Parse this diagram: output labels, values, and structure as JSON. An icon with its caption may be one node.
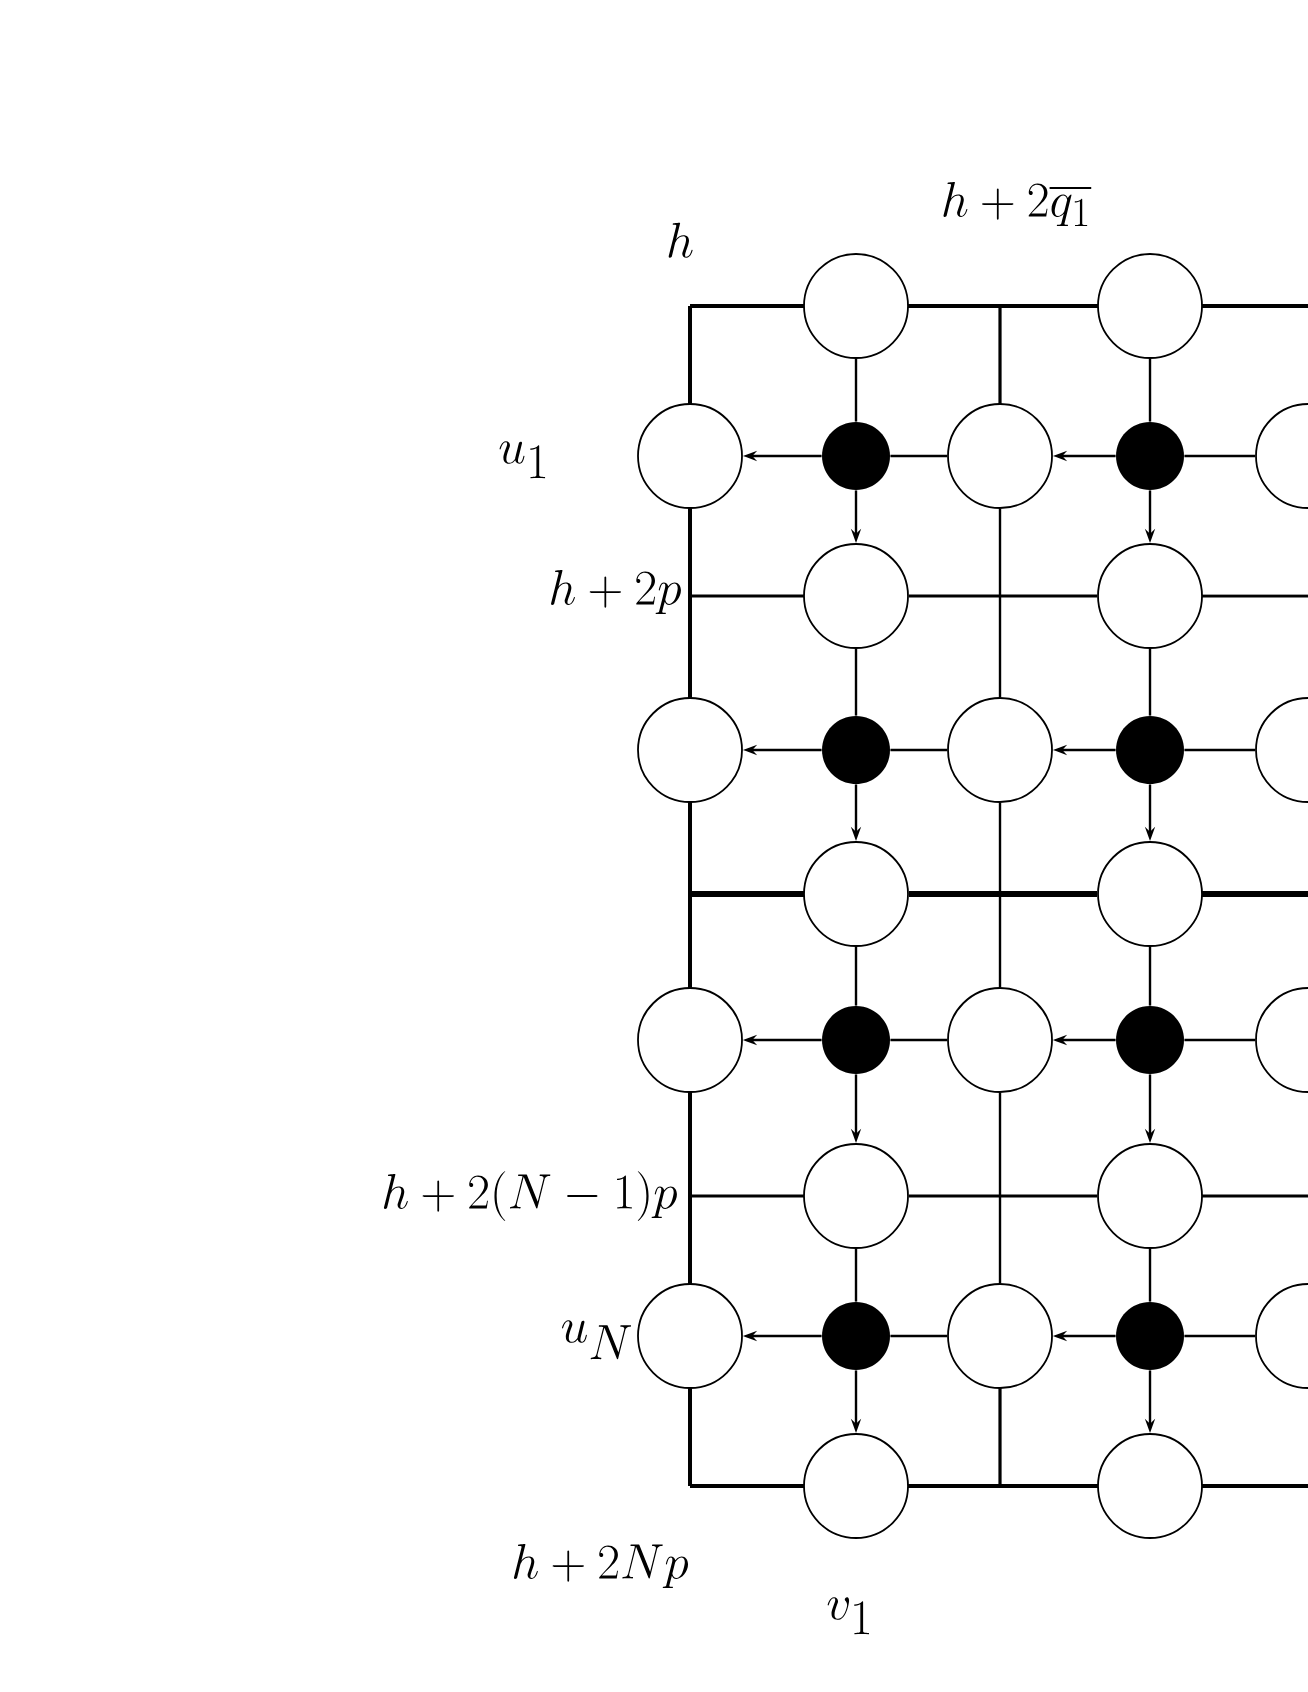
{
  "diagram": {
    "nodes": [
      {
        "text": [],
        "shape": "circle"
      },
      {
        "text": [],
        "shape": "circle"
      },
      {
        "text": [],
        "shape": "circle"
      },
      {
        "text": [],
        "shape": "dot"
      },
      {
        "text": [],
        "shape": "circle"
      },
      {
        "text": [],
        "shape": "dot"
      },
      {
        "text": [],
        "shape": "circle"
      },
      {
        "text": [],
        "shape": "circle"
      },
      {
        "text": [],
        "shape": "circle"
      },
      {
        "text": [],
        "shape": "circle"
      },
      {
        "text": [],
        "shape": "dot"
      },
      {
        "text": [],
        "shape": "circle"
      },
      {
        "text": [],
        "shape": "dot"
      },
      {
        "text": [],
        "shape": "circle"
      },
      {
        "text": [],
        "shape": "circle"
      },
      {
        "text": [],
        "shape": "circle"
      },
      {
        "text": [],
        "shape": "circle"
      },
      {
        "text": [],
        "shape": "dot"
      },
      {
        "text": [],
        "shape": "circle"
      },
      {
        "text": [],
        "shape": "dot"
      },
      {
        "text": [],
        "shape": "circle"
      },
      {
        "text": [],
        "shape": "circle"
      },
      {
        "text": [],
        "shape": "circle"
      },
      {
        "text": [],
        "shape": "circle"
      },
      {
        "text": [],
        "shape": "dot"
      },
      {
        "text": [],
        "shape": "circle"
      },
      {
        "text": [],
        "shape": "dot"
      },
      {
        "text": [],
        "shape": "circle"
      },
      {
        "text": [],
        "shape": "circle"
      },
      {
        "text": [],
        "shape": "circle"
      }
    ],
    "edges": [
      {
        "from": 3,
        "to": 2,
        "arrow": "to"
      },
      {
        "from": 4,
        "to": 3,
        "arrow": "none"
      },
      {
        "from": 5,
        "to": 4,
        "arrow": "to"
      },
      {
        "from": 6,
        "to": 5,
        "arrow": "none"
      },
      {
        "from": 0,
        "to": 3,
        "arrow": "none"
      },
      {
        "from": 1,
        "to": 5,
        "arrow": "none"
      },
      {
        "from": 3,
        "to": 7,
        "arrow": "to"
      },
      {
        "from": 5,
        "to": 8,
        "arrow": "to"
      },
      {
        "from": 7,
        "to": 8,
        "arrow": "none"
      },
      {
        "from": 10,
        "to": 9,
        "arrow": "to"
      },
      {
        "from": 11,
        "to": 10,
        "arrow": "none"
      },
      {
        "from": 12,
        "to": 11,
        "arrow": "to"
      },
      {
        "from": 13,
        "to": 12,
        "arrow": "none"
      },
      {
        "from": 7,
        "to": 10,
        "arrow": "none"
      },
      {
        "from": 8,
        "to": 12,
        "arrow": "none"
      },
      {
        "from": 10,
        "to": 14,
        "arrow": "to"
      },
      {
        "from": 12,
        "to": 15,
        "arrow": "to"
      },
      {
        "from": 4,
        "to": 11,
        "arrow": "none"
      },
      {
        "from": 14,
        "to": 15,
        "arrow": "none",
        "style": "thick"
      },
      {
        "from": 17,
        "to": 16,
        "arrow": "to"
      },
      {
        "from": 18,
        "to": 17,
        "arrow": "none"
      },
      {
        "from": 19,
        "to": 18,
        "arrow": "to"
      },
      {
        "from": 20,
        "to": 19,
        "arrow": "none"
      },
      {
        "from": 14,
        "to": 17,
        "arrow": "none"
      },
      {
        "from": 15,
        "to": 19,
        "arrow": "none"
      },
      {
        "from": 17,
        "to": 21,
        "arrow": "to"
      },
      {
        "from": 19,
        "to": 22,
        "arrow": "to"
      },
      {
        "from": 11,
        "to": 18,
        "arrow": "none"
      },
      {
        "from": 21,
        "to": 22,
        "arrow": "none"
      },
      {
        "from": 24,
        "to": 23,
        "arrow": "to"
      },
      {
        "from": 25,
        "to": 24,
        "arrow": "none"
      },
      {
        "from": 26,
        "to": 25,
        "arrow": "to"
      },
      {
        "from": 27,
        "to": 26,
        "arrow": "none"
      },
      {
        "from": 21,
        "to": 24,
        "arrow": "none"
      },
      {
        "from": 22,
        "to": 26,
        "arrow": "none"
      },
      {
        "from": 24,
        "to": 28,
        "arrow": "to"
      },
      {
        "from": 26,
        "to": 29,
        "arrow": "to"
      },
      {
        "from": 18,
        "to": 25,
        "arrow": "none"
      }
    ],
    "labels": [
      "h",
      "h + 2\\overline{q_1}",
      "u_1",
      "h + 2p",
      "h + 2(N-1)p",
      "u_N",
      "h + 2Np",
      "v_1"
    ]
  }
}
